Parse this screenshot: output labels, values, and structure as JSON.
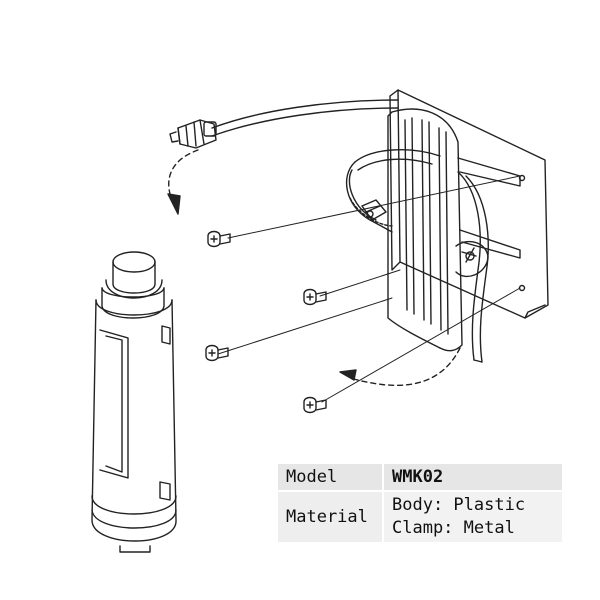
{
  "spec_table": {
    "rows": [
      {
        "label": "Model",
        "values": [
          "WMK02"
        ]
      },
      {
        "label": "Material",
        "values": [
          "Body: Plastic",
          "Clamp: Metal"
        ]
      }
    ]
  },
  "colors": {
    "line": "#222222",
    "table_bg": "#e6e6e6"
  }
}
